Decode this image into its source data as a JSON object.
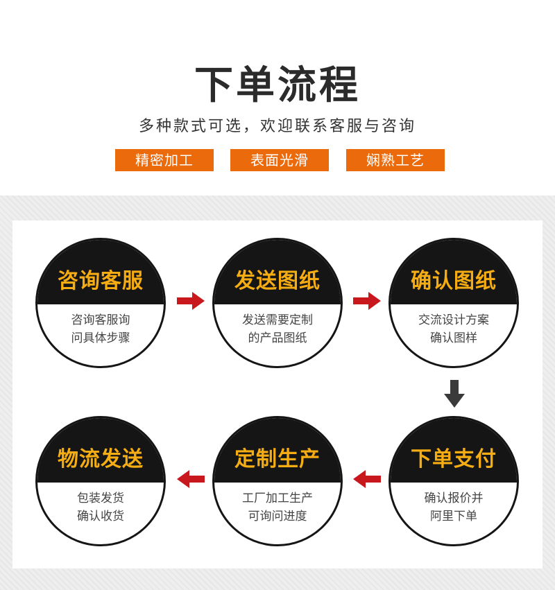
{
  "header": {
    "title": "下单流程",
    "subtitle": "多种款式可选，欢迎联系客服与咨询",
    "tags": [
      "精密加工",
      "表面光滑",
      "娴熟工艺"
    ]
  },
  "steps": [
    {
      "title": "咨询客服",
      "line1": "咨询客服询",
      "line2": "问具体步骤"
    },
    {
      "title": "发送图纸",
      "line1": "发送需要定制",
      "line2": "的产品图纸"
    },
    {
      "title": "确认图纸",
      "line1": "交流设计方案",
      "line2": "确认图样"
    },
    {
      "title": "物流发送",
      "line1": "包装发货",
      "line2": "确认收货"
    },
    {
      "title": "定制生产",
      "line1": "工厂加工生产",
      "line2": "可询问进度"
    },
    {
      "title": "下单支付",
      "line1": "确认报价并",
      "line2": "阿里下单"
    }
  ],
  "colors": {
    "accent_orange": "#ea6a0c",
    "heading_gold": "#f6ad13",
    "circle_dark": "#151515",
    "arrow_red": "#c9171e",
    "arrow_dark": "#3a3a3a"
  },
  "icons": {
    "flow_arrow_right": "arrow-right-icon",
    "flow_arrow_down": "arrow-down-icon",
    "flow_arrow_left": "arrow-left-icon"
  }
}
